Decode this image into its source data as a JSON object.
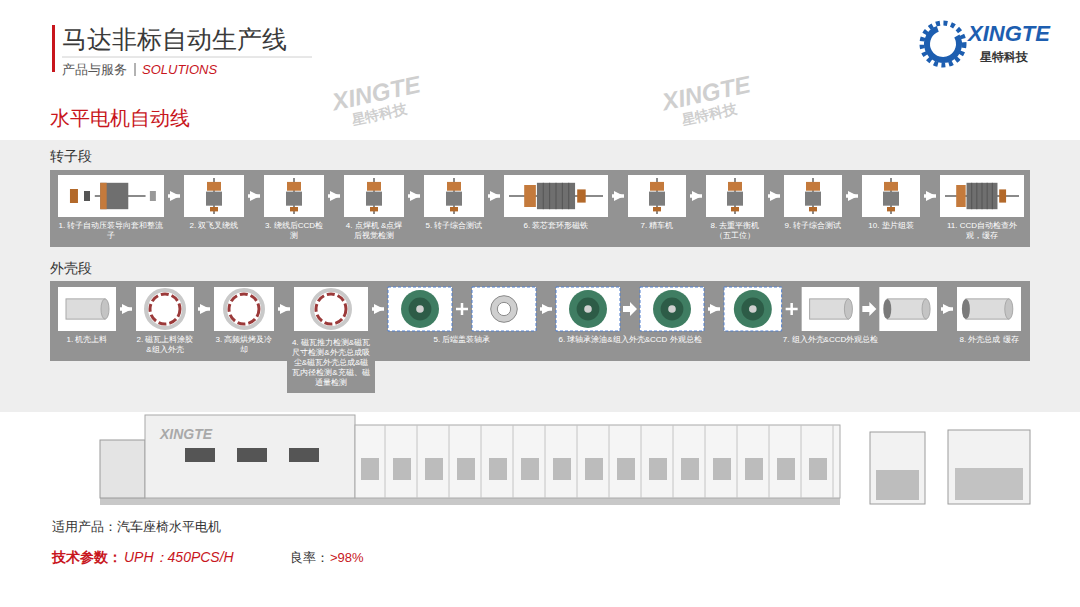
{
  "diagram": {
    "title": "马达非标自动生产线",
    "nodes": [
      {
        "text": [
          "转子段"
        ]
      },
      {
        "text": [
          "1. 转子自动压装导向套和整流子"
        ],
        "in": 0
      },
      {
        "text": [
          "2. 双飞叉绕线"
        ],
        "in": 0
      },
      {
        "text": [
          "3. 绕线后CCD检测"
        ],
        "in": 0
      },
      {
        "text": [
          "4. 点焊机 &点焊后视觉检测"
        ],
        "in": 0
      },
      {
        "text": [
          "5. 转子综合测试"
        ],
        "in": 0
      },
      {
        "text": [
          "6. 装芯套环形磁铁"
        ],
        "in": 0
      },
      {
        "text": [
          "7. 精车机"
        ],
        "in": 0
      },
      {
        "text": [
          "8. 去重平衡机 （五工位）"
        ],
        "in": 0
      },
      {
        "text": [
          "9. 转子综合测试"
        ],
        "in": 0
      },
      {
        "text": [
          "10. 垫片组装"
        ],
        "in": 0
      },
      {
        "text": [
          "11. CCD自动检查外观，缓存"
        ],
        "in": 0
      },
      {
        "text": [
          "外壳段"
        ]
      },
      {
        "text": [
          "1. 机壳上料"
        ],
        "in": 12
      },
      {
        "text": [
          "2. 磁瓦上料涂胶 &组入外壳"
        ],
        "in": 12
      },
      {
        "text": [
          "3. 高频烘烤及冷却"
        ],
        "in": 12
      },
      {
        "text": [
          "4. 磁瓦推力检测&磁瓦尺寸检测&外壳总成吸尘&磁瓦外壳总成&磁瓦内径检测&充磁、磁通量检测"
        ],
        "in": 12
      },
      {
        "text": [
          "5. 后端盖装轴承"
        ],
        "in": 12
      },
      {
        "text": [
          "6. 球轴承涂油&组入外壳&CCD 外观总检"
        ],
        "in": 12
      },
      {
        "text": [
          "7. 组入外壳&CCD外观总检"
        ],
        "in": 12
      },
      {
        "text": [
          "8. 外壳总成 缓存"
        ],
        "in": 12
      }
    ],
    "edges": [
      {
        "from": 1,
        "to": 2,
        "arrow": "to"
      },
      {
        "from": 2,
        "to": 3,
        "arrow": "to"
      },
      {
        "from": 3,
        "to": 4,
        "arrow": "to"
      },
      {
        "from": 4,
        "to": 5,
        "arrow": "to"
      },
      {
        "from": 5,
        "to": 6,
        "arrow": "to"
      },
      {
        "from": 6,
        "to": 7,
        "arrow": "to"
      },
      {
        "from": 7,
        "to": 8,
        "arrow": "to"
      },
      {
        "from": 8,
        "to": 9,
        "arrow": "to"
      },
      {
        "from": 9,
        "to": 10,
        "arrow": "to"
      },
      {
        "from": 10,
        "to": 11,
        "arrow": "to"
      },
      {
        "from": 13,
        "to": 14,
        "arrow": "to"
      },
      {
        "from": 14,
        "to": 15,
        "arrow": "to"
      },
      {
        "from": 15,
        "to": 16,
        "arrow": "to"
      },
      {
        "from": 16,
        "to": 17,
        "arrow": "to"
      },
      {
        "from": 17,
        "to": 18,
        "arrow": "to"
      },
      {
        "from": 18,
        "to": 19,
        "arrow": "to"
      },
      {
        "from": 19,
        "to": 20,
        "arrow": "to"
      }
    ],
    "labels": [
      "产品与服务",
      "SOLUTIONS",
      "XINGTE",
      "星特科技",
      "水平电机自动线",
      "XINGTE",
      "星特科技",
      "XINGTE",
      "星特科技",
      "XINGTE",
      "适用产品：汽车座椅水平电机",
      "技术参数：",
      "UPH：450PCS/H",
      "良率：",
      ">98%"
    ]
  }
}
